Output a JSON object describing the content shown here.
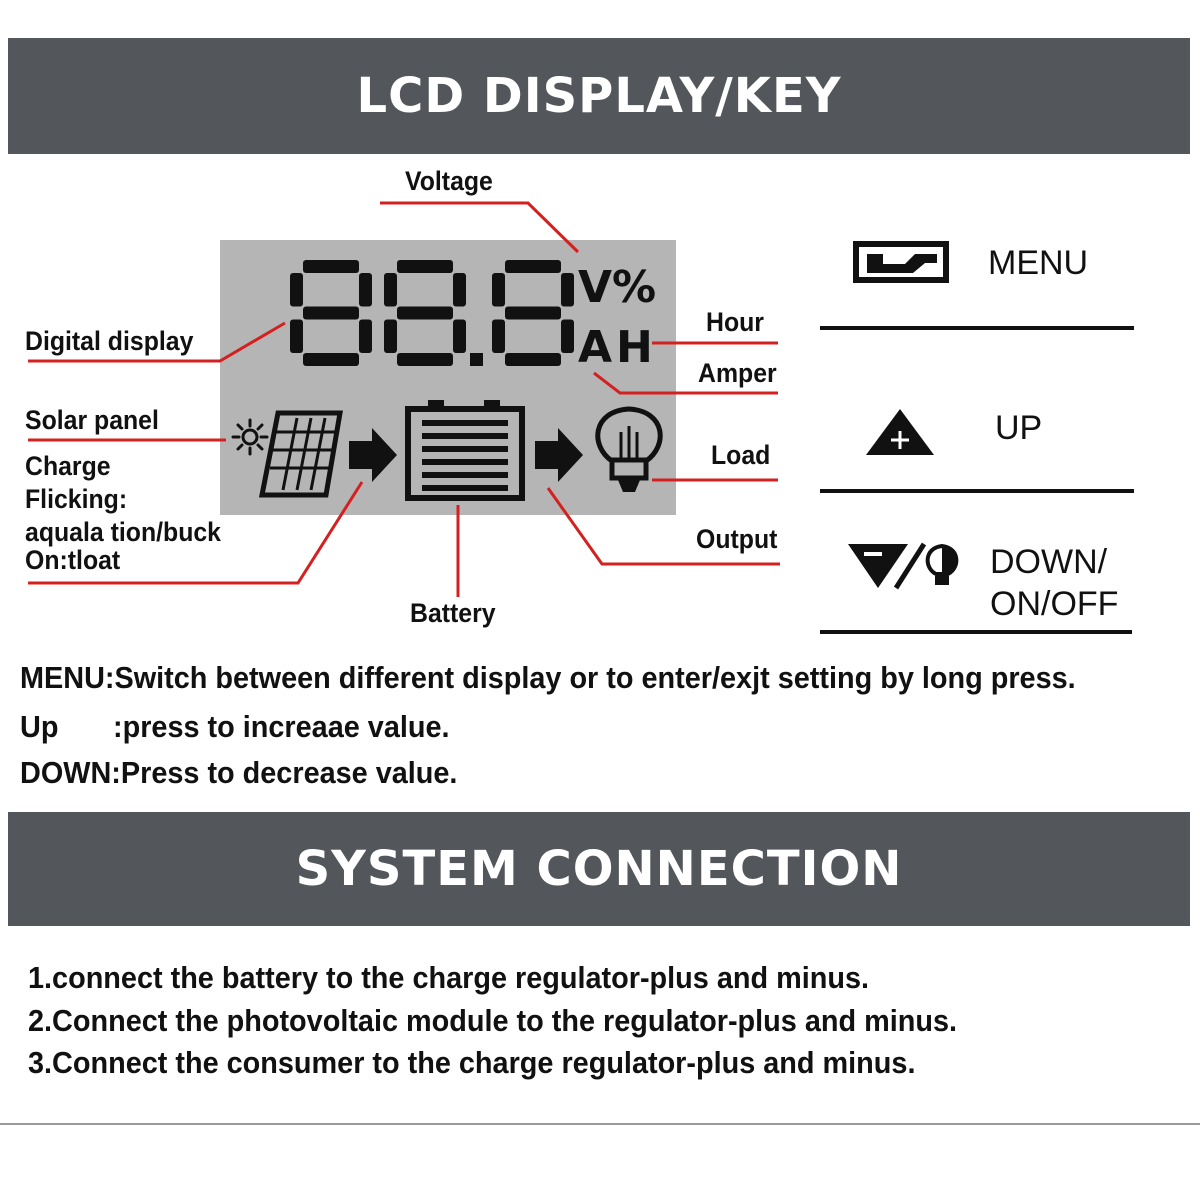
{
  "banners": {
    "lcd_title": "LCD DISPLAY/KEY",
    "system_title": "SYSTEM CONNECTION"
  },
  "lcd": {
    "digits": "88.8",
    "units_top": "V%",
    "units_bottom": "AH",
    "background_color": "#b5b5b5",
    "segment_color": "#111111"
  },
  "callouts": {
    "voltage": "Voltage",
    "digital_display": "Digital display",
    "solar_panel": "Solar panel",
    "charge": "Charge",
    "flicking": "Flicking:",
    "equalization": "aquala tion/buck",
    "float": "On:tloat",
    "hour": "Hour",
    "amper": "Amper",
    "load": "Load",
    "output": "Output",
    "battery": "Battery",
    "line_color": "#d42020"
  },
  "keys": [
    {
      "icon": "menu-key-icon",
      "label": "MENU"
    },
    {
      "icon": "up-triangle-icon",
      "label": "UP"
    },
    {
      "icon": "down-onoff-icon",
      "label_line1": "DOWN/",
      "label_line2": "ON/OFF"
    }
  ],
  "key_descriptions": [
    {
      "key": "MENU",
      "text": ":Switch between different display or to enter/exjt setting by long press."
    },
    {
      "key": "Up",
      "text": ":press to increaae value."
    },
    {
      "key": "DOWN",
      "text": ":Press to decrease value."
    }
  ],
  "connection_steps": [
    "1.connect the battery to the charge regulator-plus and minus.",
    "2.Connect the photovoltaic module to the regulator-plus and minus.",
    "3.Connect the consumer to the charge regulator-plus and minus."
  ]
}
